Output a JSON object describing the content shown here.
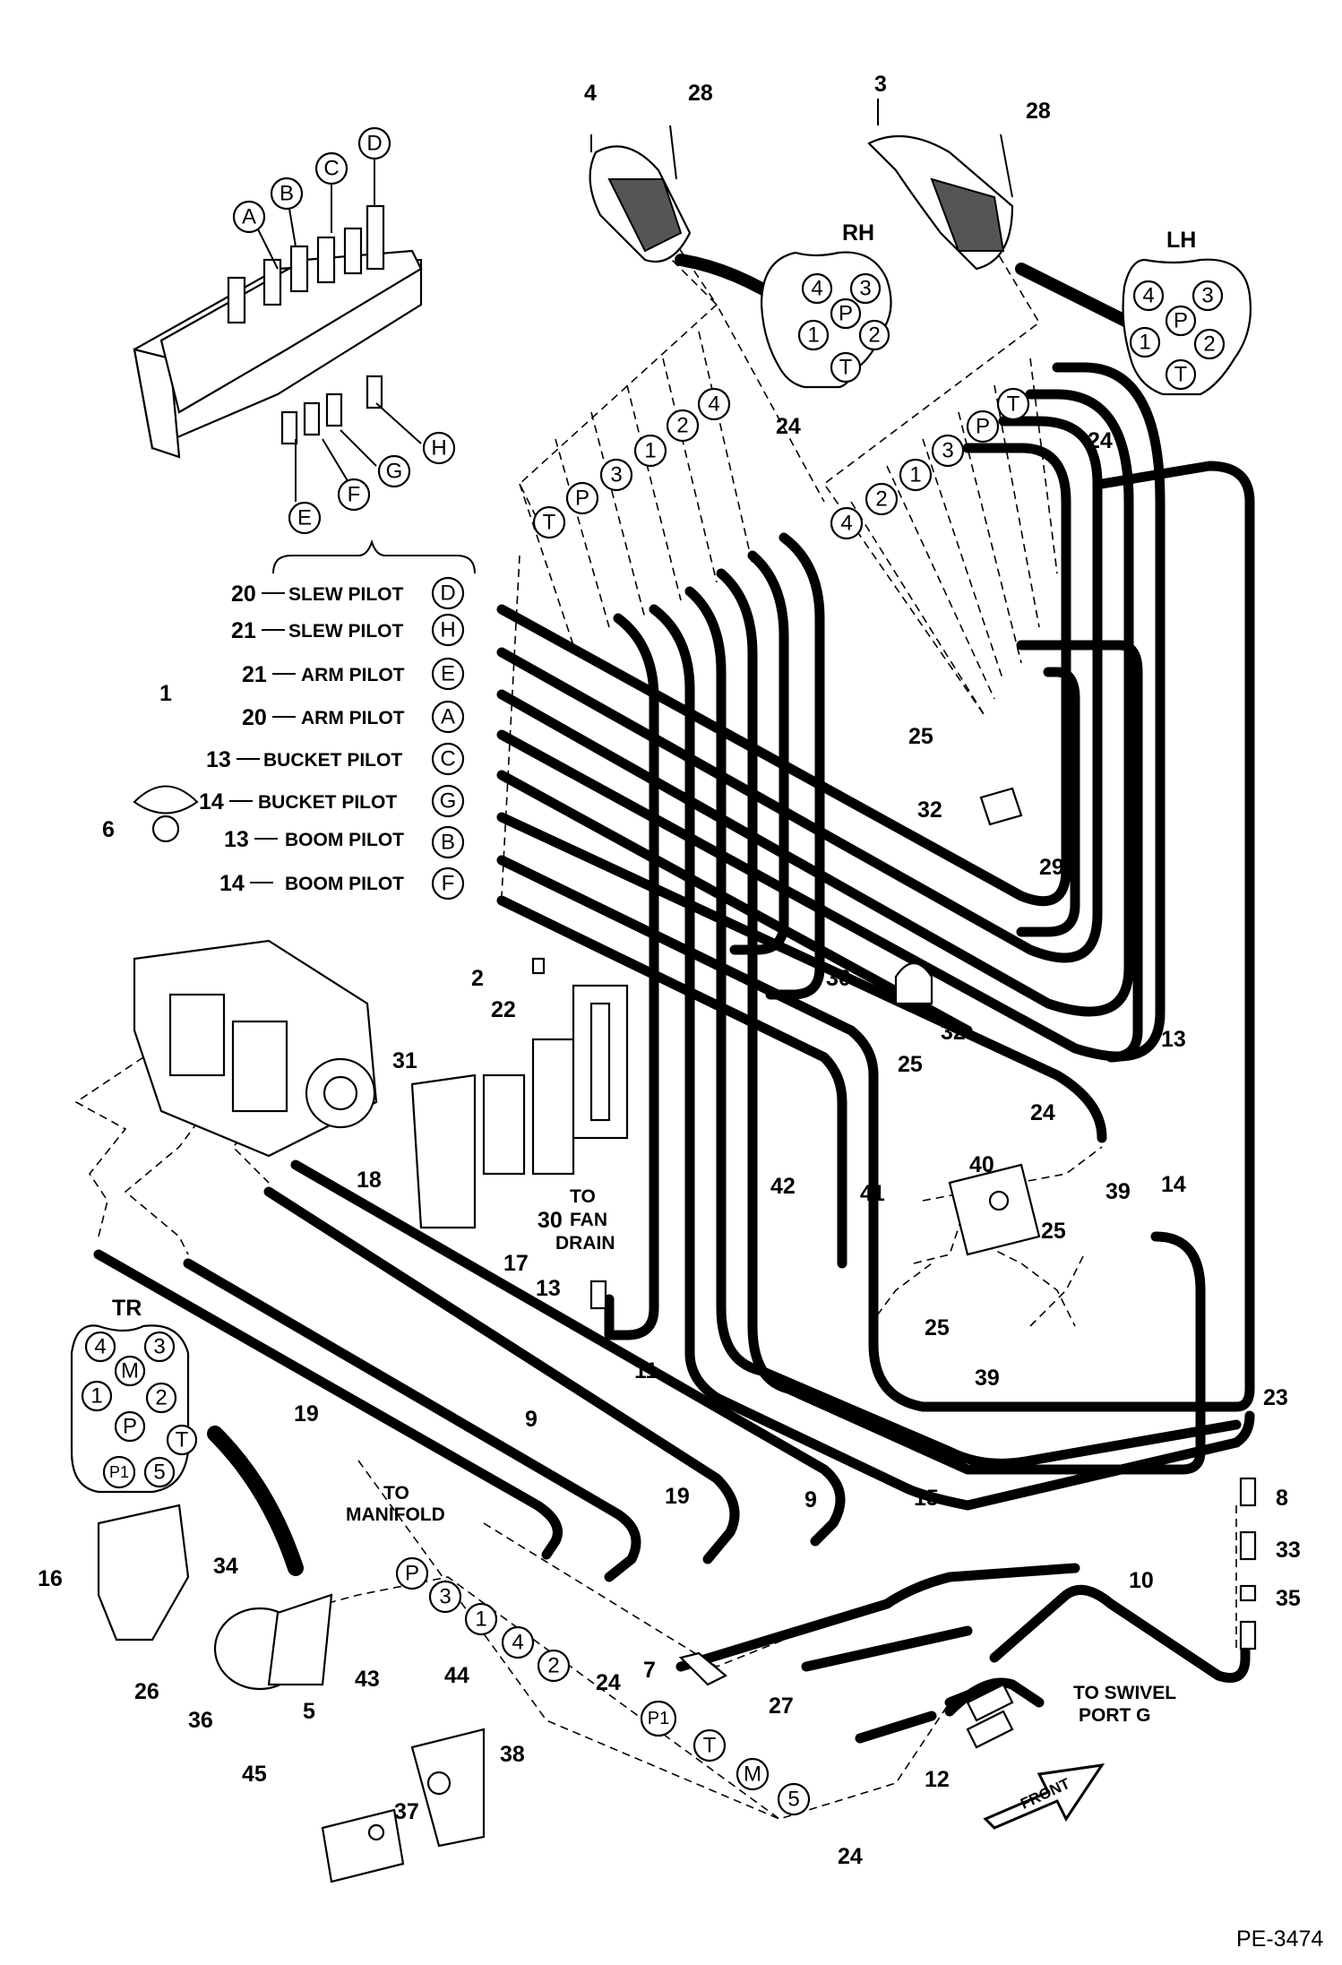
{
  "drawing_id": "PE-3474",
  "handles": {
    "rh_label": "RH",
    "lh_label": "LH",
    "tr_label": "TR",
    "rh_ports": [
      "4",
      "3",
      "P",
      "1",
      "2",
      "T"
    ],
    "lh_ports": [
      "4",
      "3",
      "P",
      "1",
      "2",
      "T"
    ],
    "tr_ports": [
      "4",
      "3",
      "M",
      "1",
      "2",
      "P",
      "T",
      "P1",
      "5"
    ]
  },
  "valve_ports": [
    "A",
    "B",
    "C",
    "D",
    "E",
    "F",
    "G",
    "H"
  ],
  "pilot_labels": [
    {
      "num": "20",
      "name": "SLEW PILOT",
      "port": "D"
    },
    {
      "num": "21",
      "name": "SLEW PILOT",
      "port": "H"
    },
    {
      "num": "21",
      "name": "ARM PILOT",
      "port": "E"
    },
    {
      "num": "20",
      "name": "ARM PILOT",
      "port": "A"
    },
    {
      "num": "13",
      "name": "BUCKET PILOT",
      "port": "C"
    },
    {
      "num": "14",
      "name": "BUCKET PILOT",
      "port": "G"
    },
    {
      "num": "13",
      "name": "BOOM PILOT",
      "port": "B"
    },
    {
      "num": "14",
      "name": "BOOM PILOT",
      "port": "F"
    }
  ],
  "rh_hose_tags": [
    "T",
    "P",
    "3",
    "1",
    "2",
    "4"
  ],
  "lh_hose_tags": [
    "4",
    "2",
    "1",
    "3",
    "P",
    "T"
  ],
  "tr_hose_tags": [
    "P",
    "3",
    "1",
    "4",
    "2",
    "P1",
    "T",
    "M",
    "5"
  ],
  "notes": {
    "to_fan_drain": [
      "TO",
      "FAN",
      "DRAIN"
    ],
    "to_manifold": [
      "TO",
      "MANIFOLD"
    ],
    "to_swivel": [
      "TO SWIVEL",
      "PORT G"
    ],
    "front": "FRONT"
  },
  "callouts": {
    "c1": "1",
    "c2": "2",
    "c3": "3",
    "c4": "4",
    "c5": "5",
    "c6": "6",
    "c7": "7",
    "c8": "8",
    "c9a": "9",
    "c9b": "9",
    "c10": "10",
    "c11": "11",
    "c12": "12",
    "c13a": "13",
    "c13b": "13",
    "c14": "14",
    "c15": "15",
    "c16": "16",
    "c17": "17",
    "c18": "18",
    "c19a": "19",
    "c19b": "19",
    "c22": "22",
    "c23": "23",
    "c24a": "24",
    "c24b": "24",
    "c24c": "24",
    "c24d": "24",
    "c24e": "24",
    "c25a": "25",
    "c25b": "25",
    "c25c": "25",
    "c25d": "25",
    "c26": "26",
    "c27": "27",
    "c28a": "28",
    "c28b": "28",
    "c29": "29",
    "c30a": "30",
    "c30b": "30",
    "c31": "31",
    "c32a": "32",
    "c32b": "32",
    "c33": "33",
    "c34": "34",
    "c35": "35",
    "c36": "36",
    "c37": "37",
    "c38": "38",
    "c39a": "39",
    "c39b": "39",
    "c40": "40",
    "c41": "41",
    "c42": "42",
    "c43": "43",
    "c44": "44",
    "c45": "45"
  }
}
